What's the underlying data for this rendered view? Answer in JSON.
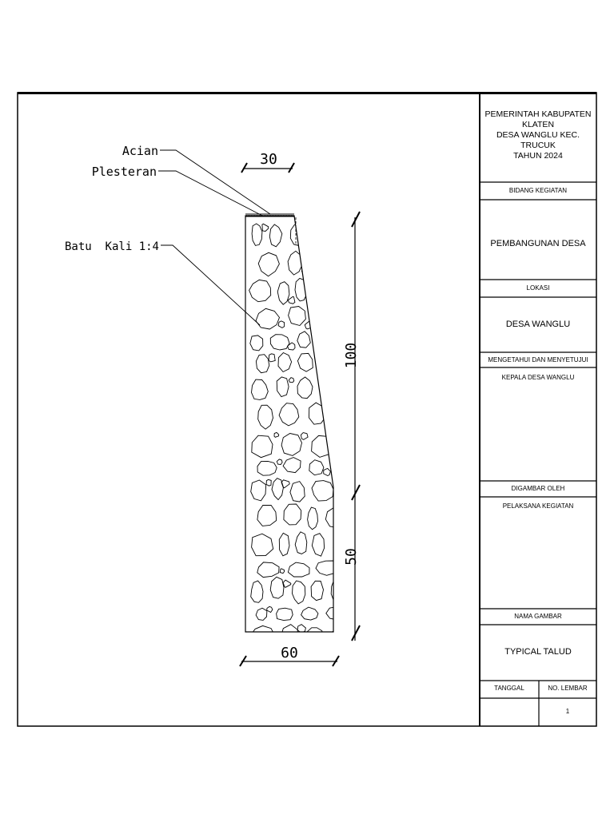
{
  "drawing": {
    "labels": {
      "acian": "Acian",
      "plesteran": "Plesteran",
      "batu_kali": "Batu  Kali 1:4"
    },
    "dimensions": {
      "top_width": "30",
      "upper_height": "100",
      "lower_height": "50",
      "base_width": "60"
    }
  },
  "title_block": {
    "header_lines": [
      "PEMERINTAH KABUPATEN",
      "KLATEN",
      "DESA WANGLU KEC. TRUCUK",
      "TAHUN 2024"
    ],
    "bidang_label": "BIDANG KEGIATAN",
    "bidang_value": "PEMBANGUNAN DESA",
    "lokasi_label": "LOKASI",
    "lokasi_value": "DESA WANGLU",
    "mengetahui_label": "MENGETAHUI DAN MENYETUJUI",
    "mengetahui_value": "KEPALA DESA WANGLU",
    "digambar_label": "DIGAMBAR OLEH",
    "digambar_value": "PELAKSANA KEGIATAN",
    "nama_label": "NAMA GAMBAR",
    "nama_value": "TYPICAL TALUD",
    "tanggal_label": "TANGGAL",
    "lembar_label": "NO. LEMBAR",
    "tanggal_value": "",
    "lembar_value": "1"
  }
}
